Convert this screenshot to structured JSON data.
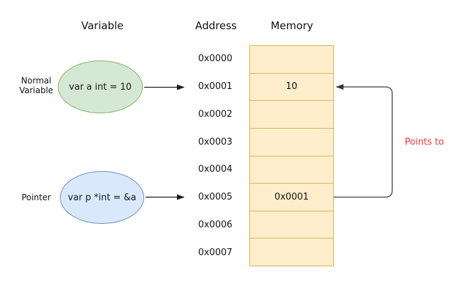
{
  "headers": {
    "variable": "Variable",
    "address": "Address",
    "memory": "Memory"
  },
  "labels": {
    "normal_variable": "Normal Variable",
    "pointer": "Pointer"
  },
  "variables": {
    "normal": {
      "text": "var a int = 10"
    },
    "pointer": {
      "text": "var p *int = &a"
    }
  },
  "memory": {
    "rows": [
      {
        "address": "0x0000",
        "value": ""
      },
      {
        "address": "0x0001",
        "value": "10"
      },
      {
        "address": "0x0002",
        "value": ""
      },
      {
        "address": "0x0003",
        "value": ""
      },
      {
        "address": "0x0004",
        "value": ""
      },
      {
        "address": "0x0005",
        "value": "0x0001"
      },
      {
        "address": "0x0006",
        "value": ""
      },
      {
        "address": "0x0007",
        "value": ""
      }
    ]
  },
  "annotations": {
    "points_to": "Points to"
  },
  "colors": {
    "normal_fill": "#d5e8d4",
    "normal_stroke": "#82b366",
    "pointer_fill": "#dae8fc",
    "pointer_stroke": "#6c8ebf",
    "memory_fill": "#ffeecb",
    "memory_stroke": "#d6b656",
    "points_to_text": "#ff3333",
    "arrow": "#1a1a1a",
    "loop_arrow": "#595959"
  }
}
